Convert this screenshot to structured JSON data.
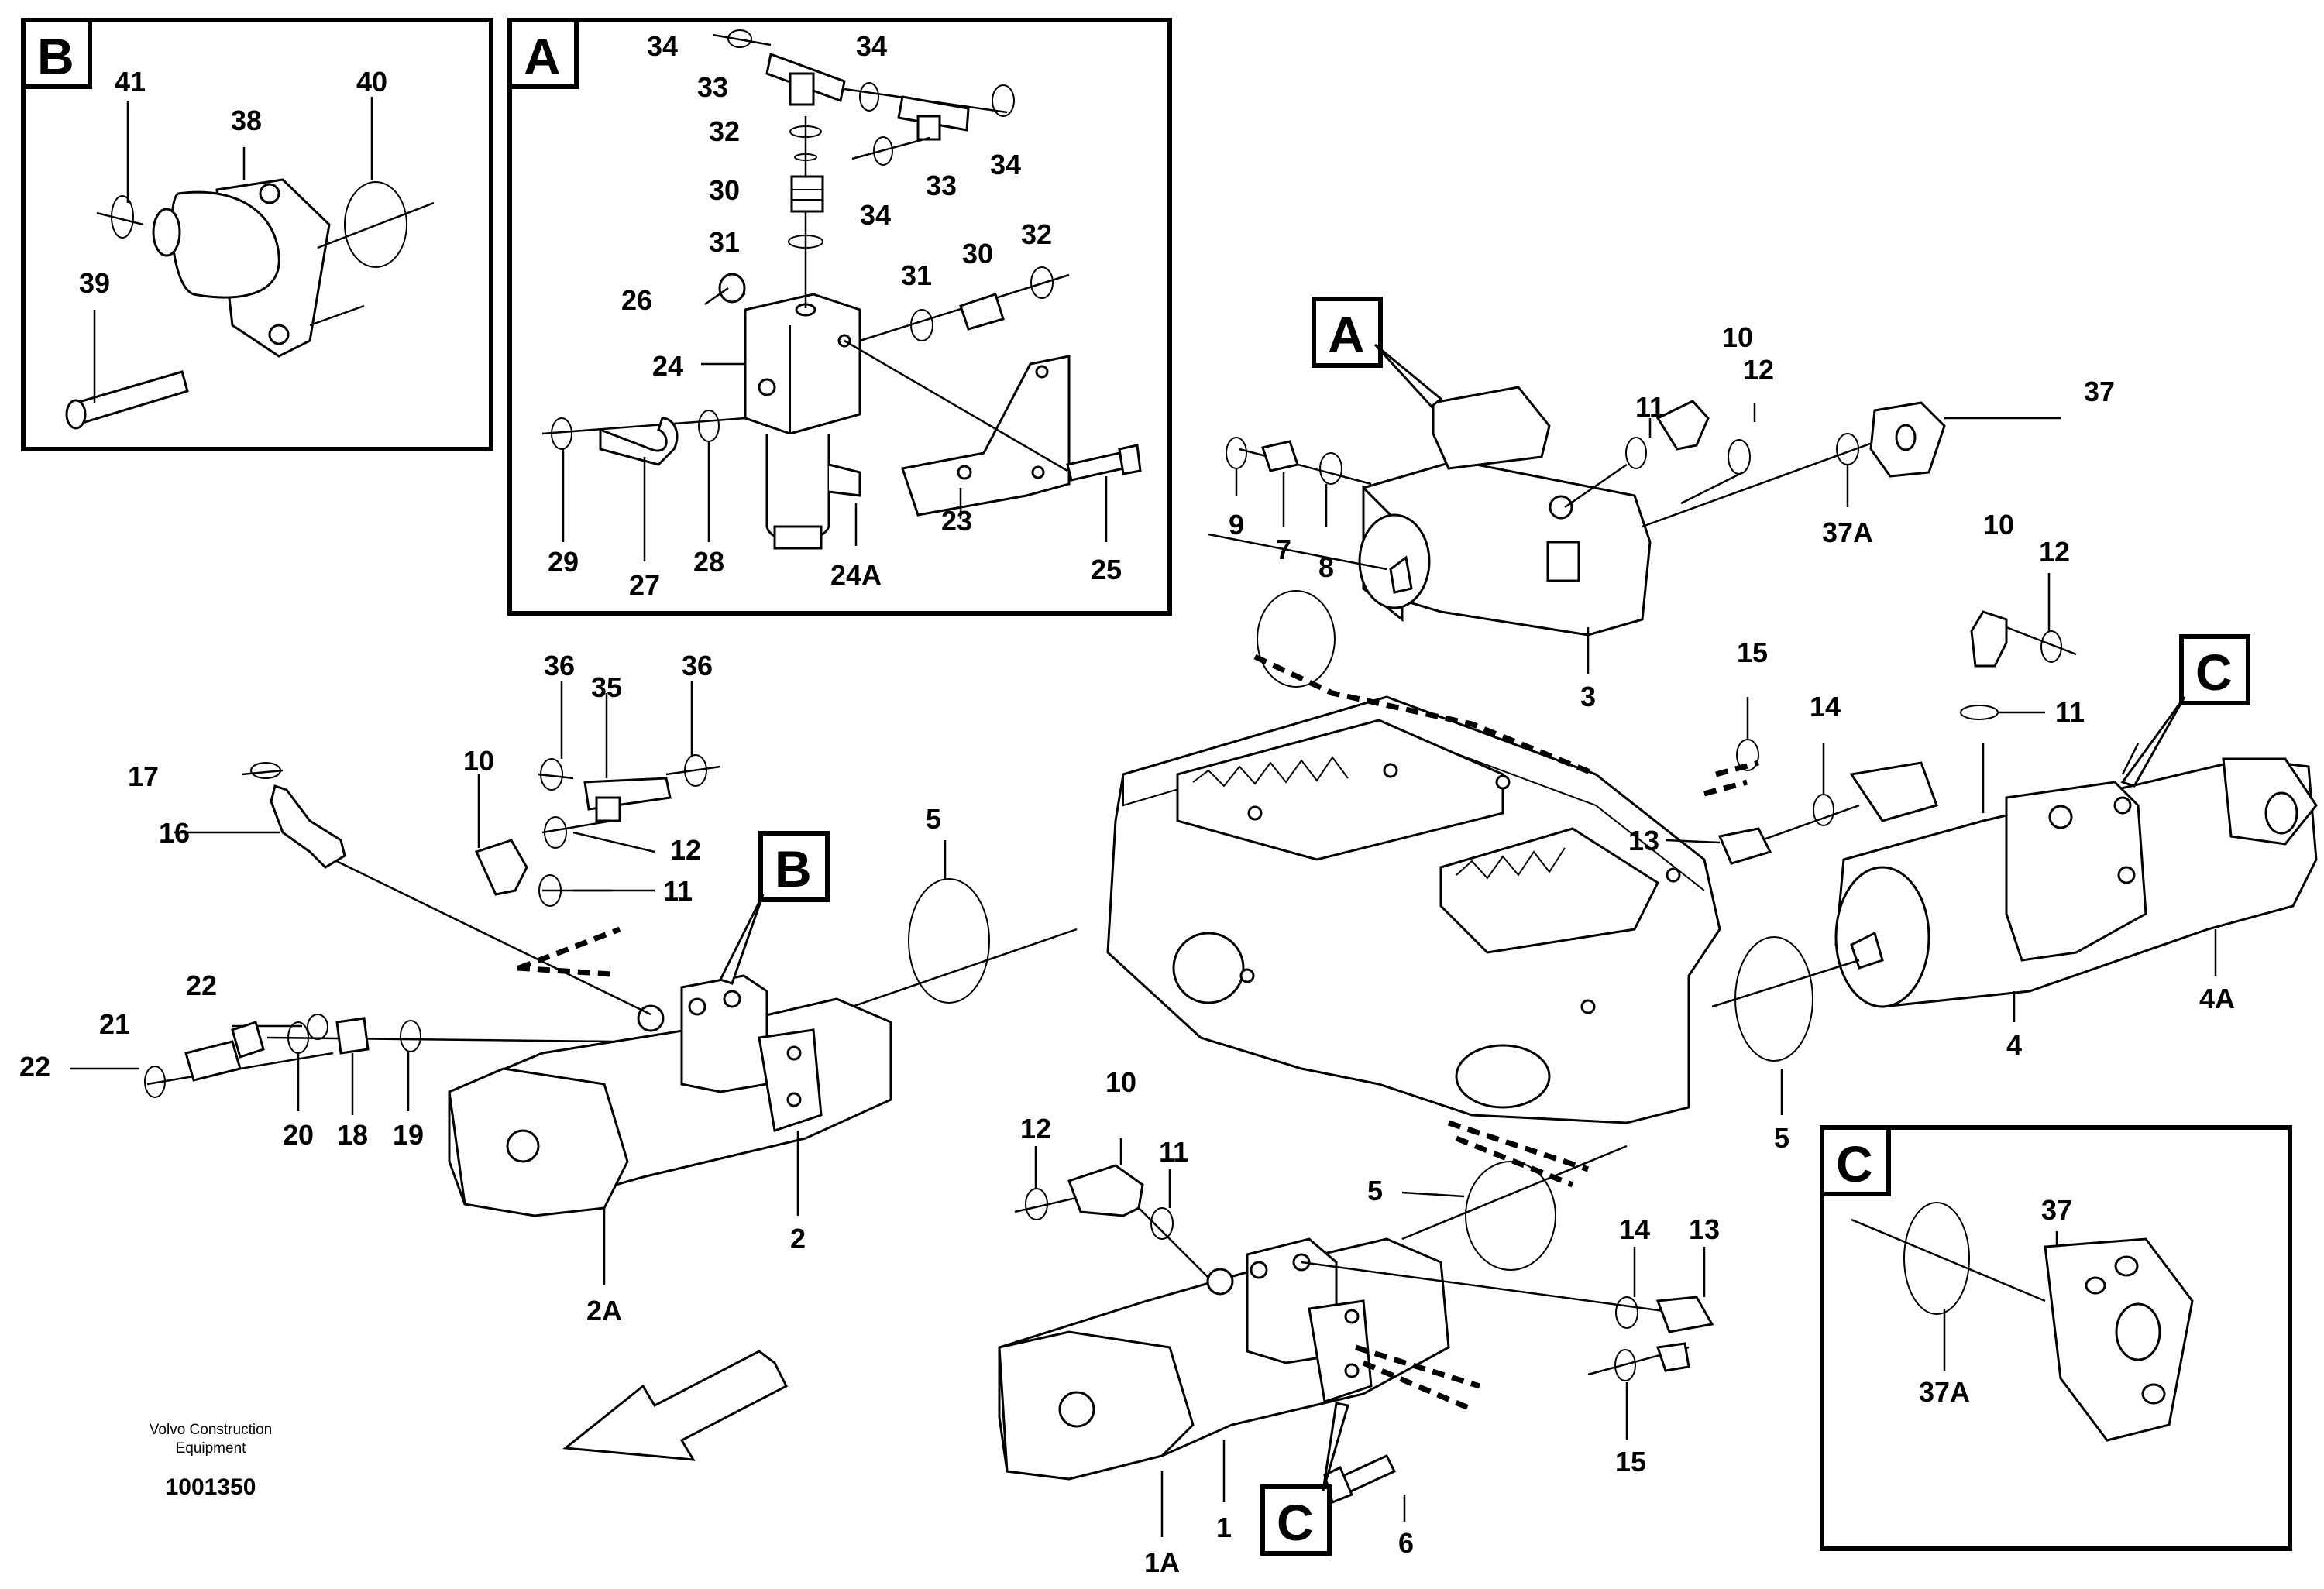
{
  "detail_boxes": [
    {
      "id": "B",
      "letter": "B"
    },
    {
      "id": "A",
      "letter": "A"
    },
    {
      "id": "C",
      "letter": "C"
    }
  ],
  "callout_letters": {
    "A": "A",
    "B": "B",
    "C_upper": "C",
    "C_lower": "C"
  },
  "credit": {
    "line1": "Volvo Construction",
    "line2": "Equipment",
    "code": "1001350"
  },
  "part_labels": {
    "b41": "41",
    "b38": "38",
    "b40": "40",
    "b39": "39",
    "a34a": "34",
    "a34b": "34",
    "a34c": "34",
    "a34d": "34",
    "a33a": "33",
    "a33b": "33",
    "a32a": "32",
    "a32b": "32",
    "a30a": "30",
    "a30b": "30",
    "a31a": "31",
    "a31b": "31",
    "a26": "26",
    "a24": "24",
    "a24A": "24A",
    "a23": "23",
    "a25": "25",
    "a29": "29",
    "a27": "27",
    "a28": "28",
    "m9": "9",
    "m7": "7",
    "m8": "8",
    "m3": "3",
    "m11a": "11",
    "m10a": "10",
    "m12a": "12",
    "m37": "37",
    "m37A": "37A",
    "r10": "10",
    "r12": "12",
    "r11": "11",
    "r15": "15",
    "r14": "14",
    "r13": "13",
    "r4": "4",
    "r4A": "4A",
    "r5": "5",
    "l36a": "36",
    "l35": "35",
    "l36b": "36",
    "l10": "10",
    "l12": "12",
    "l11": "11",
    "l17": "17",
    "l16": "16",
    "l5": "5",
    "l22a": "22",
    "l21": "21",
    "l22b": "22",
    "l20": "20",
    "l18": "18",
    "l19": "19",
    "l2": "2",
    "l2A": "2A",
    "c12": "12",
    "c10": "10",
    "c11": "11",
    "c5": "5",
    "c14": "14",
    "c13": "13",
    "c15": "15",
    "c6": "6",
    "c1": "1",
    "c1A": "1A",
    "d37": "37",
    "d37A": "37A"
  }
}
